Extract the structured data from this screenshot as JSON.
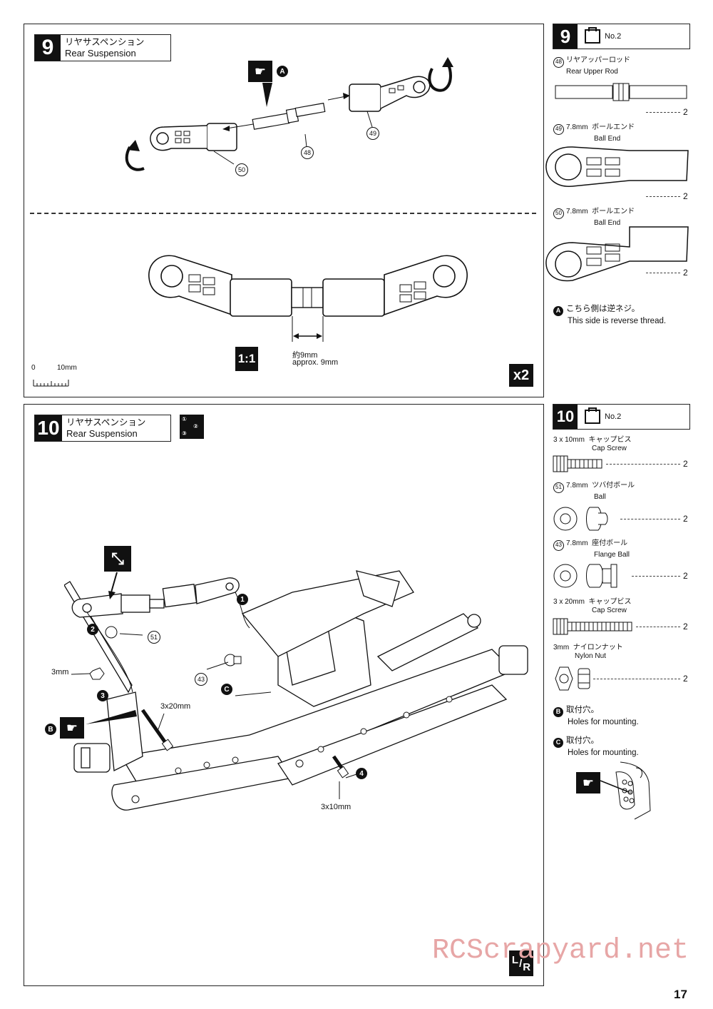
{
  "step9": {
    "number": "9",
    "title_jp": "リヤサスペンション",
    "title_en": "Rear Suspension",
    "callouts": {
      "a": "A",
      "p48": "48",
      "p49": "49",
      "p50": "50"
    },
    "scale_label": "1:1",
    "measure_jp": "約9mm",
    "measure_en": "approx. 9mm",
    "ruler_zero": "0",
    "ruler_max": "10mm",
    "multiplier": "x2"
  },
  "side9": {
    "number": "9",
    "bag": "No.2",
    "parts": [
      {
        "id": "48",
        "size": "",
        "name_jp": "リヤアッパーロッド",
        "name_en": "Rear Upper Rod",
        "qty": "2"
      },
      {
        "id": "49",
        "size": "7.8mm",
        "name_jp": "ボールエンド",
        "name_en": "Ball End",
        "qty": "2"
      },
      {
        "id": "50",
        "size": "7.8mm",
        "name_jp": "ボールエンド",
        "name_en": "Ball End",
        "qty": "2"
      }
    ],
    "note": {
      "letter": "A",
      "jp": "こちら側は逆ネジ。",
      "en": "This side is reverse thread."
    }
  },
  "step10": {
    "number": "10",
    "title_jp": "リヤサスペンション",
    "title_en": "Rear Suspension",
    "order_icon": [
      "①",
      "②",
      "③"
    ],
    "labels": {
      "nut": "3mm",
      "screw20": "3x20mm",
      "screw10": "3x10mm",
      "p51": "51",
      "p43": "43",
      "b": "B",
      "c": "C",
      "s1": "1",
      "s2": "2",
      "s3": "3",
      "s4": "4"
    },
    "lr": {
      "l": "L",
      "r": "R"
    }
  },
  "side10": {
    "number": "10",
    "bag": "No.2",
    "parts": [
      {
        "id": "",
        "size": "3 x 10mm",
        "name_jp": "キャップビス",
        "name_en": "Cap Screw",
        "qty": "2"
      },
      {
        "id": "51",
        "size": "7.8mm",
        "name_jp": "ツバ付ボール",
        "name_en": "Ball",
        "qty": "2"
      },
      {
        "id": "43",
        "size": "7.8mm",
        "name_jp": "座付ボール",
        "name_en": "Flange Ball",
        "qty": "2"
      },
      {
        "id": "",
        "size": "3 x 20mm",
        "name_jp": "キャップビス",
        "name_en": "Cap Screw",
        "qty": "2"
      },
      {
        "id": "",
        "size": "3mm",
        "name_jp": "ナイロンナット",
        "name_en": "Nylon Nut",
        "qty": "2"
      }
    ],
    "notes": [
      {
        "letter": "B",
        "jp": "取付穴。",
        "en": "Holes for mounting."
      },
      {
        "letter": "C",
        "jp": "取付穴。",
        "en": "Holes for mounting."
      }
    ]
  },
  "watermark": "RCScrapyard.net",
  "page_number": "17"
}
